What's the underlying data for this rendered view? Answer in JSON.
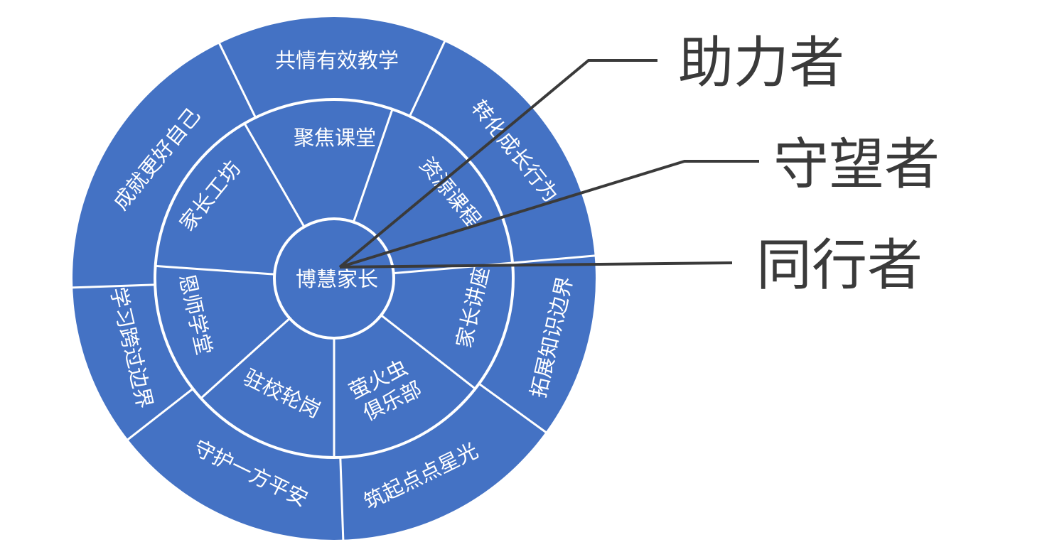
{
  "center": {
    "label": "博慧家长"
  },
  "inner_ring": [
    {
      "label": "聚焦课堂"
    },
    {
      "label": "资源课程"
    },
    {
      "label": "家长讲座"
    },
    {
      "label": "萤火虫",
      "label2": "俱乐部"
    },
    {
      "label": "驻校轮岗"
    },
    {
      "label": "恩师学堂"
    },
    {
      "label": "家长工坊"
    }
  ],
  "outer_ring": [
    {
      "label": "共情有效教学"
    },
    {
      "label": "转化成长行为"
    },
    {
      "label": "拓展知识边界"
    },
    {
      "label": "筑起点点星光"
    },
    {
      "label": "守护一方平安"
    },
    {
      "label": "学习跨过边界"
    },
    {
      "label": "成就更好自己"
    }
  ],
  "callouts": [
    {
      "label": "助力者"
    },
    {
      "label": "守望者"
    },
    {
      "label": "同行者"
    }
  ],
  "colors": {
    "segment_fill": "#4472c4",
    "divider": "#ffffff",
    "leader_line": "#3a3a3a",
    "callout_text": "#3a3a3a"
  }
}
